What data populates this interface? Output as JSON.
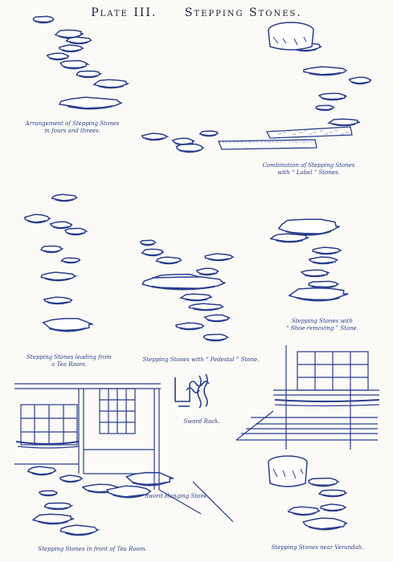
{
  "plate": {
    "label": "Plate III.",
    "title": "Stepping Stones."
  },
  "captions": {
    "fours_threes": [
      "Arrangement of Stepping Stones",
      "in fours and threes."
    ],
    "label_stones": [
      "Combination of Stepping Stones",
      "with “ Label ” Stones."
    ],
    "tea_room": [
      "Stepping Stones leading from",
      "a Tea Room."
    ],
    "pedestal": "Stepping Stones with “ Pedestal ” Stone.",
    "shoe_removing": [
      "Stepping Stones with",
      "“ Shoe-removing ” Stone."
    ],
    "sword_rack": "Sword Rack.",
    "sword_hanging": "Sword Hanging Stone.",
    "front_tea_room": "Stepping Stones in front of Tea Room.",
    "veranda": "Stepping Stones near Verandah."
  },
  "colors": {
    "ink": "#2a3e8c",
    "title_ink": "#1d1d2a",
    "paper": "#fbfaf6"
  }
}
